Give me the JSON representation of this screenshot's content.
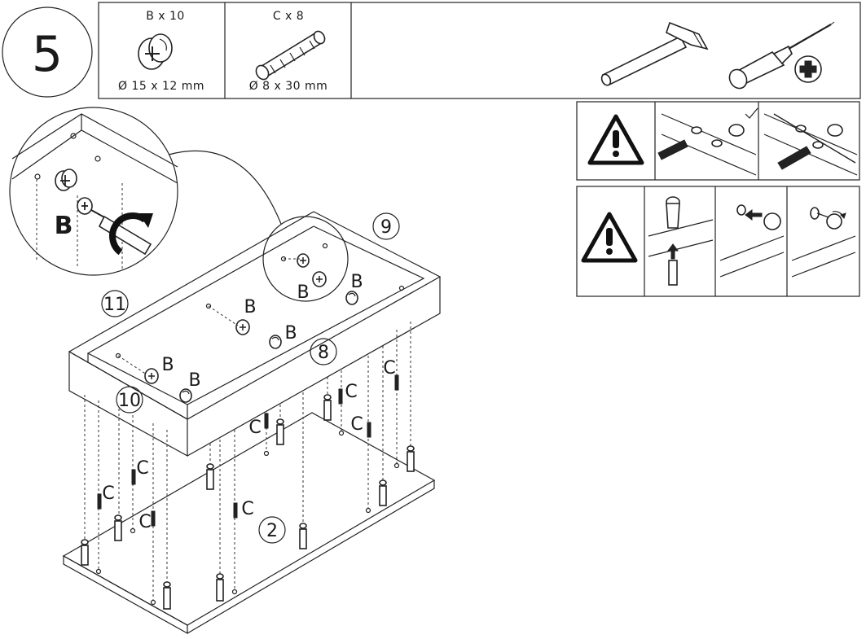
{
  "step": {
    "number": "5"
  },
  "parts": [
    {
      "label": "B x 10",
      "size": "Ø 15 x 12 mm",
      "icon": "cam-lock-icon"
    },
    {
      "label": "C x 8",
      "size": "Ø 8 x 30 mm",
      "icon": "wooden-dowel-icon"
    }
  ],
  "tools": [
    {
      "icon": "hammer-icon"
    },
    {
      "icon": "screwdriver-icon"
    },
    {
      "icon": "phillips-head-icon"
    }
  ],
  "callouts": {
    "detail_B": "B",
    "part_9": "9",
    "part_11": "11",
    "part_10": "10",
    "part_8": "8",
    "part_2": "2",
    "B": "B",
    "C": "C"
  },
  "warnings": [
    {
      "icon": "warning-triangle-icon",
      "panels": [
        "dowel-correct-orientation",
        "dowel-wrong-orientation"
      ]
    },
    {
      "icon": "warning-triangle-icon",
      "panels": [
        "insert-cam-bolt",
        "insert-cam-lock",
        "tighten-cam-lock"
      ]
    }
  ]
}
